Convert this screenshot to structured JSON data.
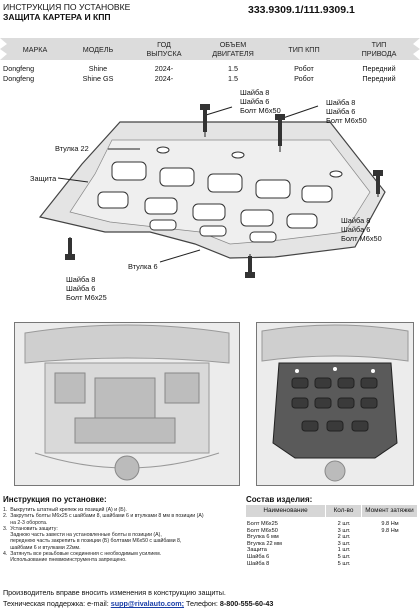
{
  "header": {
    "title_line1": "ИНСТРУКЦИЯ ПО УСТАНОВКЕ",
    "title_line2": "ЗАЩИТА КАРТЕРА И КПП",
    "code": "333.9309.1/111.9309.1"
  },
  "vehicle_table": {
    "columns": [
      "МАРКА",
      "МОДЕЛЬ",
      "ГОД ВЫПУСКА",
      "ОБЪЕМ ДВИГАТЕЛЯ",
      "ТИП КПП",
      "ТИП ПРИВОДА"
    ],
    "col_lines": [
      [
        "МАРКА"
      ],
      [
        "МОДЕЛЬ"
      ],
      [
        "ГОД",
        "ВЫПУСКА"
      ],
      [
        "ОБЪЕМ",
        "ДВИГАТЕЛЯ"
      ],
      [
        "ТИП КПП"
      ],
      [
        "ТИП",
        "ПРИВОДА"
      ]
    ],
    "rows": [
      [
        "Dongfeng",
        "Shine",
        "2024-",
        "1.5",
        "Робот",
        "Передний"
      ],
      [
        "Dongfeng",
        "Shine GS",
        "2024-",
        "1.5",
        "Робот",
        "Передний"
      ]
    ]
  },
  "diagram_labels": {
    "top_left_washers": [
      "Шайба 8",
      "Шайба 6",
      "Болт М6х50"
    ],
    "top_right_washers": [
      "Шайба 8",
      "Шайба 6",
      "Болт М6х50"
    ],
    "vtulka22": "Втулка 22",
    "zaschita": "Защита",
    "right_washers": [
      "Шайба 8",
      "Шайба 6",
      "Болт М6х50"
    ],
    "vtulka6": "Втулка 6",
    "bottom_left_washers": [
      "Шайба 8",
      "Шайба 6",
      "Болт М6х25"
    ]
  },
  "instructions": {
    "title": "Инструкция по установке:",
    "lines": [
      "1.  Выкрутить штатный крепеж из позиций (А) и (Б).",
      "2.  Закрутить болты М6х25 с шайбами 8, шайбами 6 и втулками 8 мм в позиции (А)",
      "     на 2-3 оборота.",
      "3.  Установить защиту:",
      "     Заднюю часть завести на установленные болты в позиции (А),",
      "     переднюю часть закрепить в позиции (Б) болтами М6х50 с шайбами 8,",
      "     шайбами 6 и втулками 22мм.",
      "4.  Затянуть все резьбовые соединения с необходимым усилием.",
      "     Использование пневмоинструмента запрещено."
    ]
  },
  "components": {
    "title": "Состав изделия:",
    "columns": [
      "Наименование",
      "Кол-во",
      "Момент затяжки"
    ],
    "rows": [
      [
        "Болт М6х25",
        "2 шт.",
        "9.8 Нм"
      ],
      [
        "Болт М6х50",
        "3 шт.",
        "9.8 Нм"
      ],
      [
        "Втулка 6 мм",
        "2 шт.",
        ""
      ],
      [
        "Втулка 22 мм",
        "3 шт.",
        ""
      ],
      [
        "Защита",
        "1 шт.",
        ""
      ],
      [
        "Шайба 6",
        "5 шт.",
        ""
      ],
      [
        "Шайба 8",
        "5 шт.",
        ""
      ]
    ]
  },
  "footer": {
    "line1": "Производитель вправе вносить изменения в конструкцию защиты.",
    "support_label": "Техническая поддержка:  e-mail: ",
    "email": "supp@rivalauto.com;",
    "phone_label": " Телефон: ",
    "phone": "8-800-555-60-43"
  }
}
